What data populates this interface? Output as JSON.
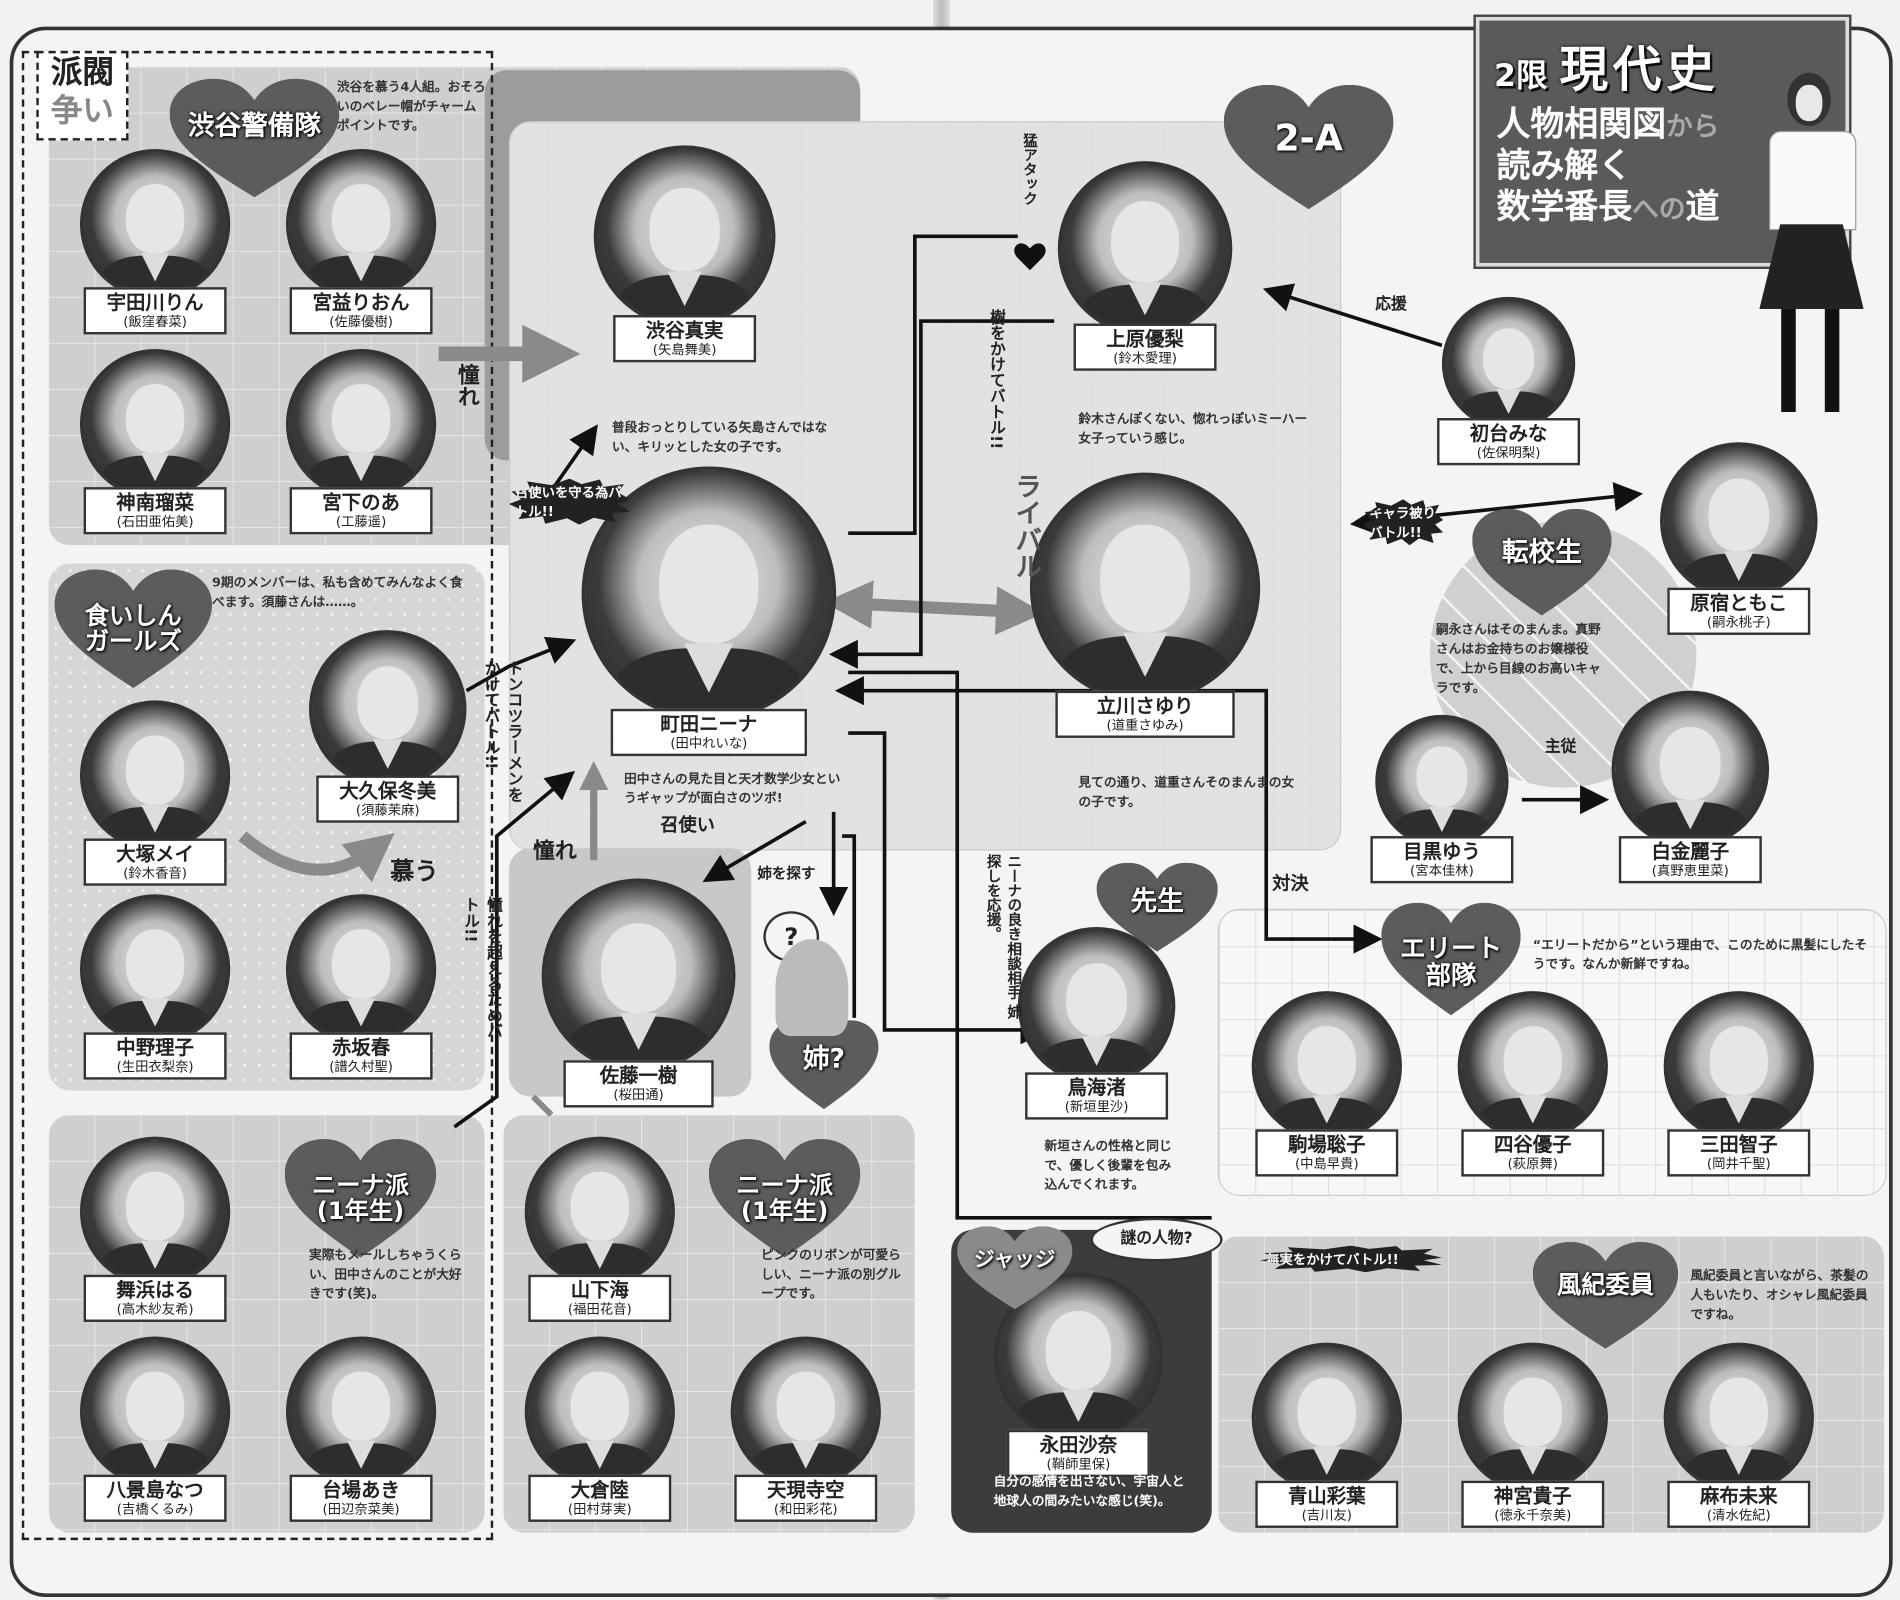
{
  "title": {
    "period": "2限",
    "subject": "現代史",
    "line1_main": "人物相関図",
    "line1_sub": "から",
    "line2": "読み解く",
    "line3_main": "数学番長",
    "line3_sub": "への",
    "line3_end": "道"
  },
  "faction_tag": {
    "line1": "派閥",
    "line2": "争い"
  },
  "groups": {
    "shibuya_keibitai": {
      "label": "渋谷警備隊",
      "desc": "渋谷を慕う4人組。おそろいのベレー帽がチャームポイントです。"
    },
    "kuishin": {
      "label": "食いしん\nガールズ",
      "desc": "9期のメンバーは、私も含めてみんなよく食べます。須藤さんは……。"
    },
    "class_2a": {
      "label": "2-A"
    },
    "tenkousei": {
      "label": "転校生",
      "desc": "嗣永さんはそのまんま。真野さんはお金持ちのお嬢様役で、上から目線のお高いキャラです。"
    },
    "sensei": {
      "label": "先生"
    },
    "elite": {
      "label": "エリート\n部隊",
      "desc": "“エリートだから”という理由で、このために黒髪にしたそうです。なんか新鮮ですね。"
    },
    "nina1": {
      "label": "ニーナ派\n(1年生)",
      "desc": "実際もメールしちゃうくらい、田中さんのことが大好きです(笑)。"
    },
    "nina2": {
      "label": "ニーナ派\n(1年生)",
      "desc": "ピンクのリボンが可愛らしい、ニーナ派の別グループです。"
    },
    "judge": {
      "label": "ジャッジ",
      "bubble": "謎の人物?"
    },
    "fuuki": {
      "label": "風紀委員",
      "desc": "風紀委員と言いながら、茶髪の人もいたり、オシャレ風紀委員ですね。"
    },
    "ane": {
      "label": "姉?",
      "bubble": "?"
    }
  },
  "people": {
    "udagawa": {
      "name": "宇田川りん",
      "actor": "(飯窪春菜)"
    },
    "miyamasu": {
      "name": "宮益りおん",
      "actor": "(佐藤優樹)"
    },
    "jinnan": {
      "name": "神南瑠菜",
      "actor": "(石田亜佑美)"
    },
    "miyashita": {
      "name": "宮下のあ",
      "actor": "(工藤遥)"
    },
    "shibuya": {
      "name": "渋谷真実",
      "actor": "(矢島舞美)",
      "desc": "普段おっとりしている矢島さんではない、キリッとした女の子です。"
    },
    "machida": {
      "name": "町田ニーナ",
      "actor": "(田中れいな)",
      "desc": "田中さんの見た目と天才数学少女というギャップが面白さのツボ!"
    },
    "uehara": {
      "name": "上原優梨",
      "actor": "(鈴木愛理)",
      "desc": "鈴木さんぽくない、惚れっぽいミーハー女子っていう感じ。"
    },
    "tachikawa": {
      "name": "立川さゆり",
      "actor": "(道重さゆみ)",
      "desc": "見ての通り、道重さんそのまんまの女の子です。"
    },
    "hatsudai": {
      "name": "初台みな",
      "actor": "(佐保明梨)"
    },
    "harajuku": {
      "name": "原宿ともこ",
      "actor": "(嗣永桃子)"
    },
    "meguro": {
      "name": "目黒ゆう",
      "actor": "(宮本佳林)"
    },
    "shirokane": {
      "name": "白金麗子",
      "actor": "(真野恵里菜)"
    },
    "okubo": {
      "name": "大久保冬美",
      "actor": "(須藤茉麻)"
    },
    "otsuka": {
      "name": "大塚メイ",
      "actor": "(鈴木香音)"
    },
    "nakano": {
      "name": "中野理子",
      "actor": "(生田衣梨奈)"
    },
    "akasaka": {
      "name": "赤坂春",
      "actor": "(譜久村聖)"
    },
    "sato": {
      "name": "佐藤一樹",
      "actor": "(桜田通)"
    },
    "toriumi": {
      "name": "鳥海渚",
      "actor": "(新垣里沙)",
      "desc": "新垣さんの性格と同じで、優しく後輩を包み込んでくれます。"
    },
    "komaba": {
      "name": "駒場聡子",
      "actor": "(中島早貴)"
    },
    "yotsuya": {
      "name": "四谷優子",
      "actor": "(萩原舞)"
    },
    "mita": {
      "name": "三田智子",
      "actor": "(岡井千聖)"
    },
    "maihama": {
      "name": "舞浜はる",
      "actor": "(高木紗友希)"
    },
    "hakkeijima": {
      "name": "八景島なつ",
      "actor": "(吉橋くるみ)"
    },
    "daiba": {
      "name": "台場あき",
      "actor": "(田辺奈菜美)"
    },
    "yamashita": {
      "name": "山下海",
      "actor": "(福田花音)"
    },
    "okura": {
      "name": "大倉陸",
      "actor": "(田村芽実)"
    },
    "tengenji": {
      "name": "天現寺空",
      "actor": "(和田彩花)"
    },
    "nagata": {
      "name": "永田沙奈",
      "actor": "(鞘師里保)",
      "desc": "自分の感情を出さない、宇宙人と地球人の間みたいな感じ(笑)。"
    },
    "aoyama": {
      "name": "青山彩葉",
      "actor": "(吉川友)"
    },
    "jingu": {
      "name": "神宮貴子",
      "actor": "(徳永千奈美)"
    },
    "azabu": {
      "name": "麻布未来",
      "actor": "(清水佐紀)"
    }
  },
  "relations": {
    "akogare1": "憧れ",
    "akogare2": "憧れ",
    "meshitsukai_battle": "召使いを守る為バトル!!",
    "tonkotsu_battle": "トンコツラーメンをかけてバトル!!",
    "akogare_battle": "憧れを超えるためバトル!!",
    "meshitsukai": "召使い",
    "mou_attack": "猛アタック",
    "itsuki_battle": "樹をかけてバトル!!",
    "rival": "ライバル",
    "ouen": "応援",
    "chara_battle": "キャラ被りバトル!!",
    "shujuu": "主従",
    "taiketsu": "対決",
    "sodan": "ニーナの良き相談相手 姉探しを応援。",
    "ane_sagasu": "姉を探す",
    "shitau": "慕う",
    "mujitsu_battle": "無実をかけてバトル!!"
  },
  "colors": {
    "heart": "#5c5c5c",
    "line": "#111111",
    "arrow_gray": "#8a8a8a",
    "board": "#5a5a5a"
  }
}
